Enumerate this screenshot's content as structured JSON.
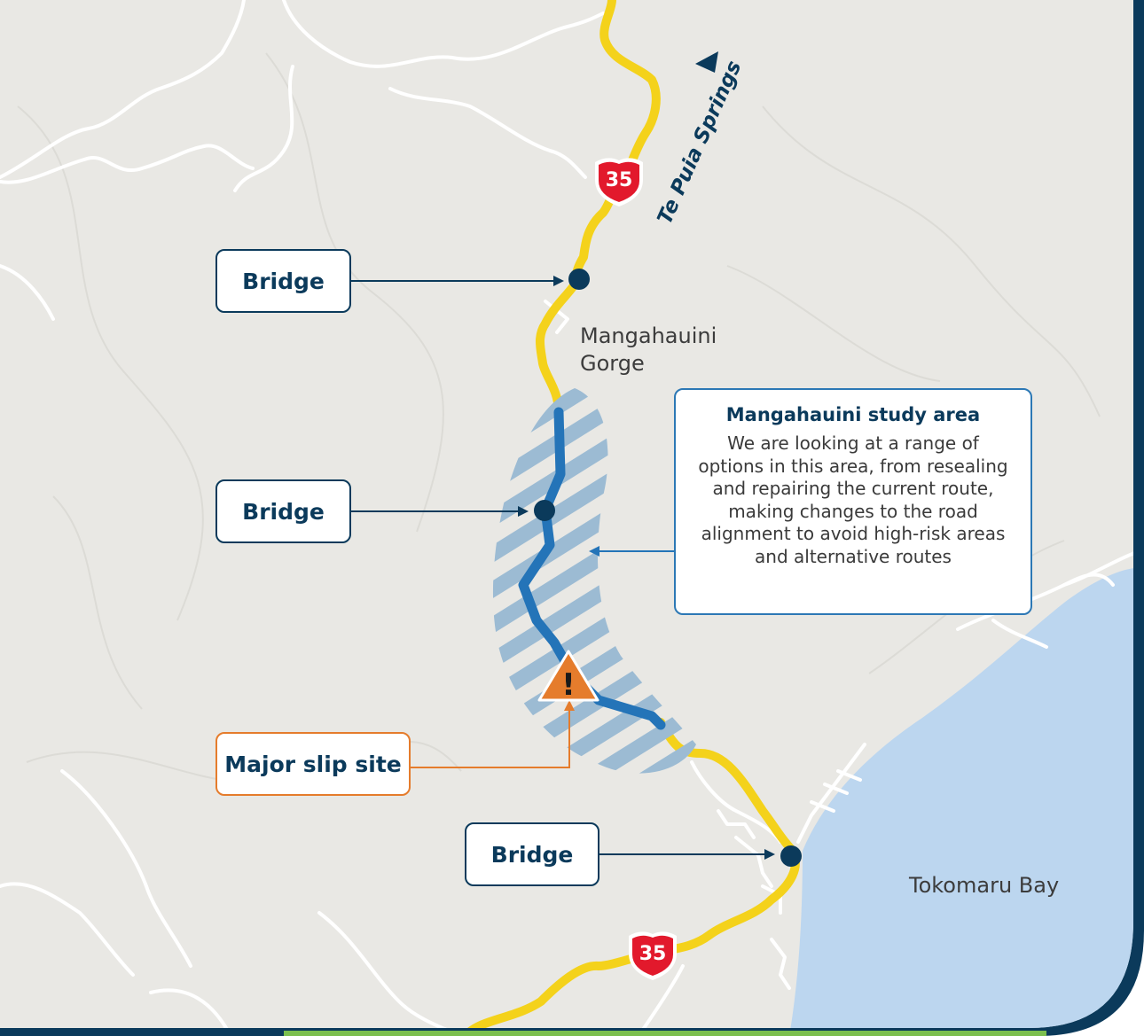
{
  "map": {
    "colors": {
      "land": "#e9e8e4",
      "local_roads": "#ffffff",
      "state_highway": "#f4d21b",
      "study_route": "#2474b8",
      "study_hatch": "#9cbbd3",
      "water": "#bcd6ef",
      "frame": "#0b3a5b",
      "bridge_marker": "#0b3a5b",
      "slip_accent": "#e57c2c",
      "shield_red": "#e2192c",
      "bottom_bar": "#7bbf4e"
    },
    "highway_shields": [
      {
        "number": "35"
      },
      {
        "number": "35"
      }
    ],
    "direction_label": "Te Puia Springs",
    "place_labels": {
      "gorge_line1": "Mangahauini",
      "gorge_line2": "Gorge",
      "bay": "Tokomaru Bay"
    },
    "callouts": {
      "bridge_north": "Bridge",
      "bridge_middle": "Bridge",
      "bridge_south": "Bridge",
      "slip_site": "Major slip site"
    },
    "study_area": {
      "title": "Mangahauini study area",
      "lines": [
        "We are looking at a range of",
        "options in this area, from resealing",
        "and repairing the current route,",
        "making changes to the road",
        "alignment to avoid high-risk areas",
        "and alternative routes"
      ]
    },
    "slip_symbol": "!"
  }
}
